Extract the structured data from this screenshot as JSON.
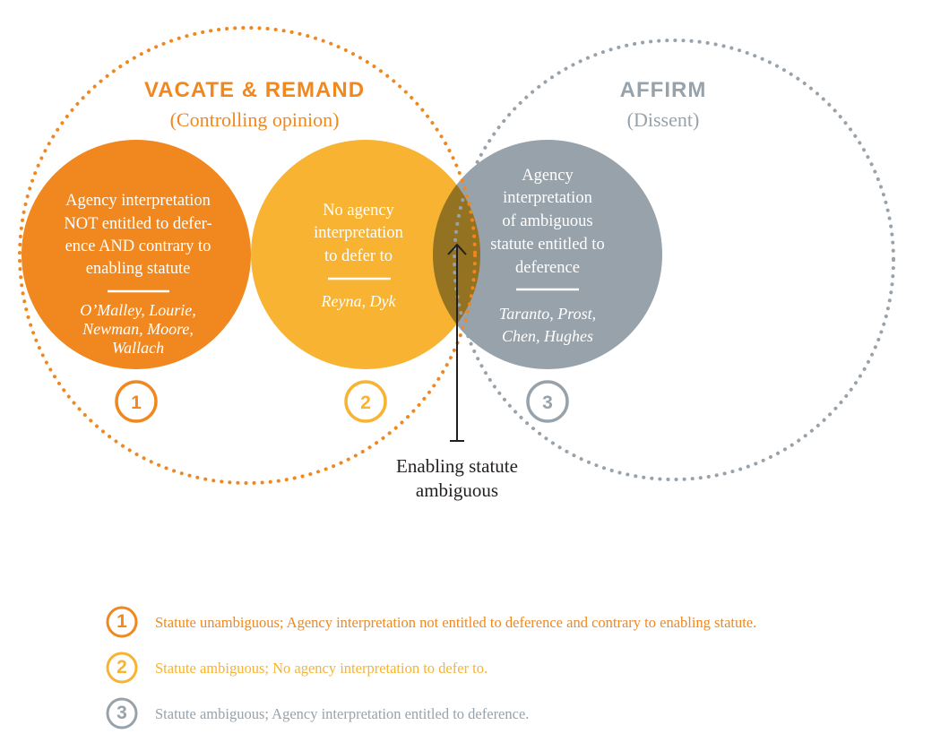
{
  "colors": {
    "orange": "#F0881F",
    "yellow": "#F7B331",
    "gray": "#98A2AA",
    "dark": "#231F20"
  },
  "left_group": {
    "title": "VACATE & REMAND",
    "subtitle": "(Controlling opinion)"
  },
  "right_group": {
    "title": "AFFIRM",
    "subtitle": "(Dissent)"
  },
  "circles": [
    {
      "number": "1",
      "lines": [
        "Agency interpretation",
        "NOT entitled to defer-",
        "ence AND contrary to",
        "enabling statute"
      ],
      "judges": [
        "O’Malley, Lourie,",
        "Newman, Moore,",
        "Wallach"
      ]
    },
    {
      "number": "2",
      "lines": [
        "No agency",
        "interpretation",
        "to defer to"
      ],
      "judges": [
        "Reyna, Dyk"
      ]
    },
    {
      "number": "3",
      "lines": [
        "Agency",
        "interpretation",
        "of ambiguous",
        "statute entitled to",
        "deference"
      ],
      "judges": [
        "Taranto, Prost,",
        "Chen, Hughes"
      ]
    }
  ],
  "arrow_label": [
    "Enabling statute",
    "ambiguous"
  ],
  "legend": [
    {
      "number": "1",
      "text": "Statute unambiguous; Agency interpretation not entitled to deference and contrary to enabling statute."
    },
    {
      "number": "2",
      "text": "Statute ambiguous; No agency interpretation to defer to."
    },
    {
      "number": "3",
      "text": "Statute ambiguous; Agency interpretation entitled to deference."
    }
  ]
}
